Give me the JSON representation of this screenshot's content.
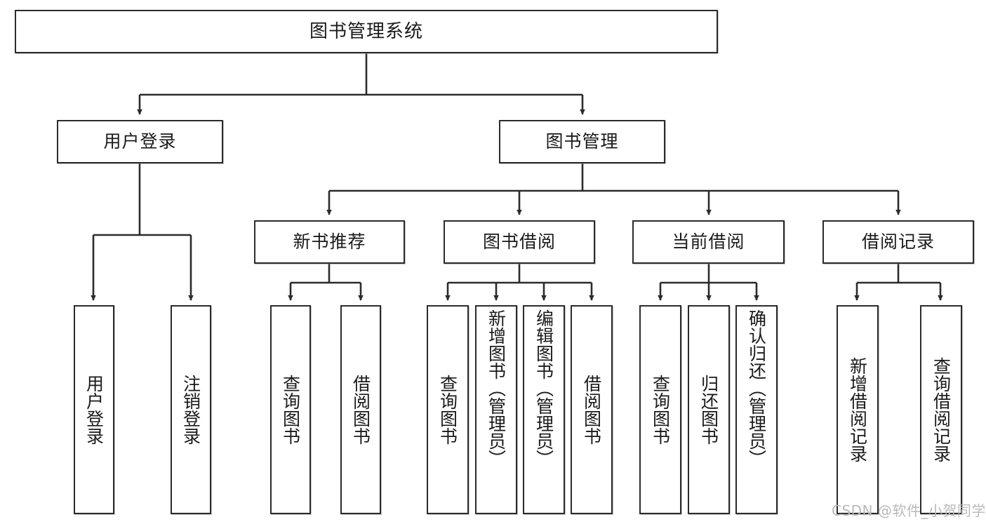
{
  "diagram": {
    "title": "图书管理系统",
    "watermark": "CSDN @软件_小贺同学",
    "line_color": "#2b2b2b",
    "box_border_color": "#2b2b2b",
    "box_fill": "#ffffff",
    "background": "#ffffff",
    "text_color": "#1a1a1a",
    "levels": {
      "root": "图书管理系统",
      "level2": [
        "用户登录",
        "图书管理"
      ],
      "level3": [
        "新书推荐",
        "图书借阅",
        "当前借阅",
        "借阅记录"
      ],
      "leaves": [
        "用户登录",
        "注销登录",
        "查询图书",
        "借阅图书",
        "查询图书",
        "新增图书（管理员）",
        "编辑图书（管理员）",
        "借阅图书",
        "查询图书",
        "归还图书",
        "确认归还（管理员）",
        "新增借阅记录",
        "查询借阅记录"
      ]
    },
    "nodes": {
      "root": "图书管理系统",
      "user_login": "用户登录",
      "book_manage": "图书管理",
      "new_book_rec": "新书推荐",
      "book_borrow": "图书借阅",
      "current_borrow": "当前借阅",
      "borrow_record": "借阅记录",
      "leaf_user_login": "用户登录",
      "leaf_logout": "注销登录",
      "leaf_query_book_1": "查询图书",
      "leaf_borrow_book_1": "借阅图书",
      "leaf_query_book_2": "查询图书",
      "leaf_add_book": "新增图书（管理员）",
      "leaf_edit_book": "编辑图书（管理员）",
      "leaf_borrow_book_2": "借阅图书",
      "leaf_query_book_3": "查询图书",
      "leaf_return_book": "归还图书",
      "leaf_confirm_return": "确认归还（管理员）",
      "leaf_add_record": "新增借阅记录",
      "leaf_query_record": "查询借阅记录"
    },
    "edges": [
      {
        "from": "图书管理系统",
        "to": "用户登录"
      },
      {
        "from": "图书管理系统",
        "to": "图书管理"
      },
      {
        "from": "用户登录",
        "to": "用户登录"
      },
      {
        "from": "用户登录",
        "to": "注销登录"
      },
      {
        "from": "图书管理",
        "to": "新书推荐"
      },
      {
        "from": "图书管理",
        "to": "图书借阅"
      },
      {
        "from": "图书管理",
        "to": "当前借阅"
      },
      {
        "from": "图书管理",
        "to": "借阅记录"
      },
      {
        "from": "新书推荐",
        "to": "查询图书"
      },
      {
        "from": "新书推荐",
        "to": "借阅图书"
      },
      {
        "from": "图书借阅",
        "to": "查询图书"
      },
      {
        "from": "图书借阅",
        "to": "新增图书（管理员）"
      },
      {
        "from": "图书借阅",
        "to": "编辑图书（管理员）"
      },
      {
        "from": "图书借阅",
        "to": "借阅图书"
      },
      {
        "from": "当前借阅",
        "to": "查询图书"
      },
      {
        "from": "当前借阅",
        "to": "归还图书"
      },
      {
        "from": "当前借阅",
        "to": "确认归还（管理员）"
      },
      {
        "from": "借阅记录",
        "to": "新增借阅记录"
      },
      {
        "from": "借阅记录",
        "to": "查询借阅记录"
      }
    ]
  }
}
